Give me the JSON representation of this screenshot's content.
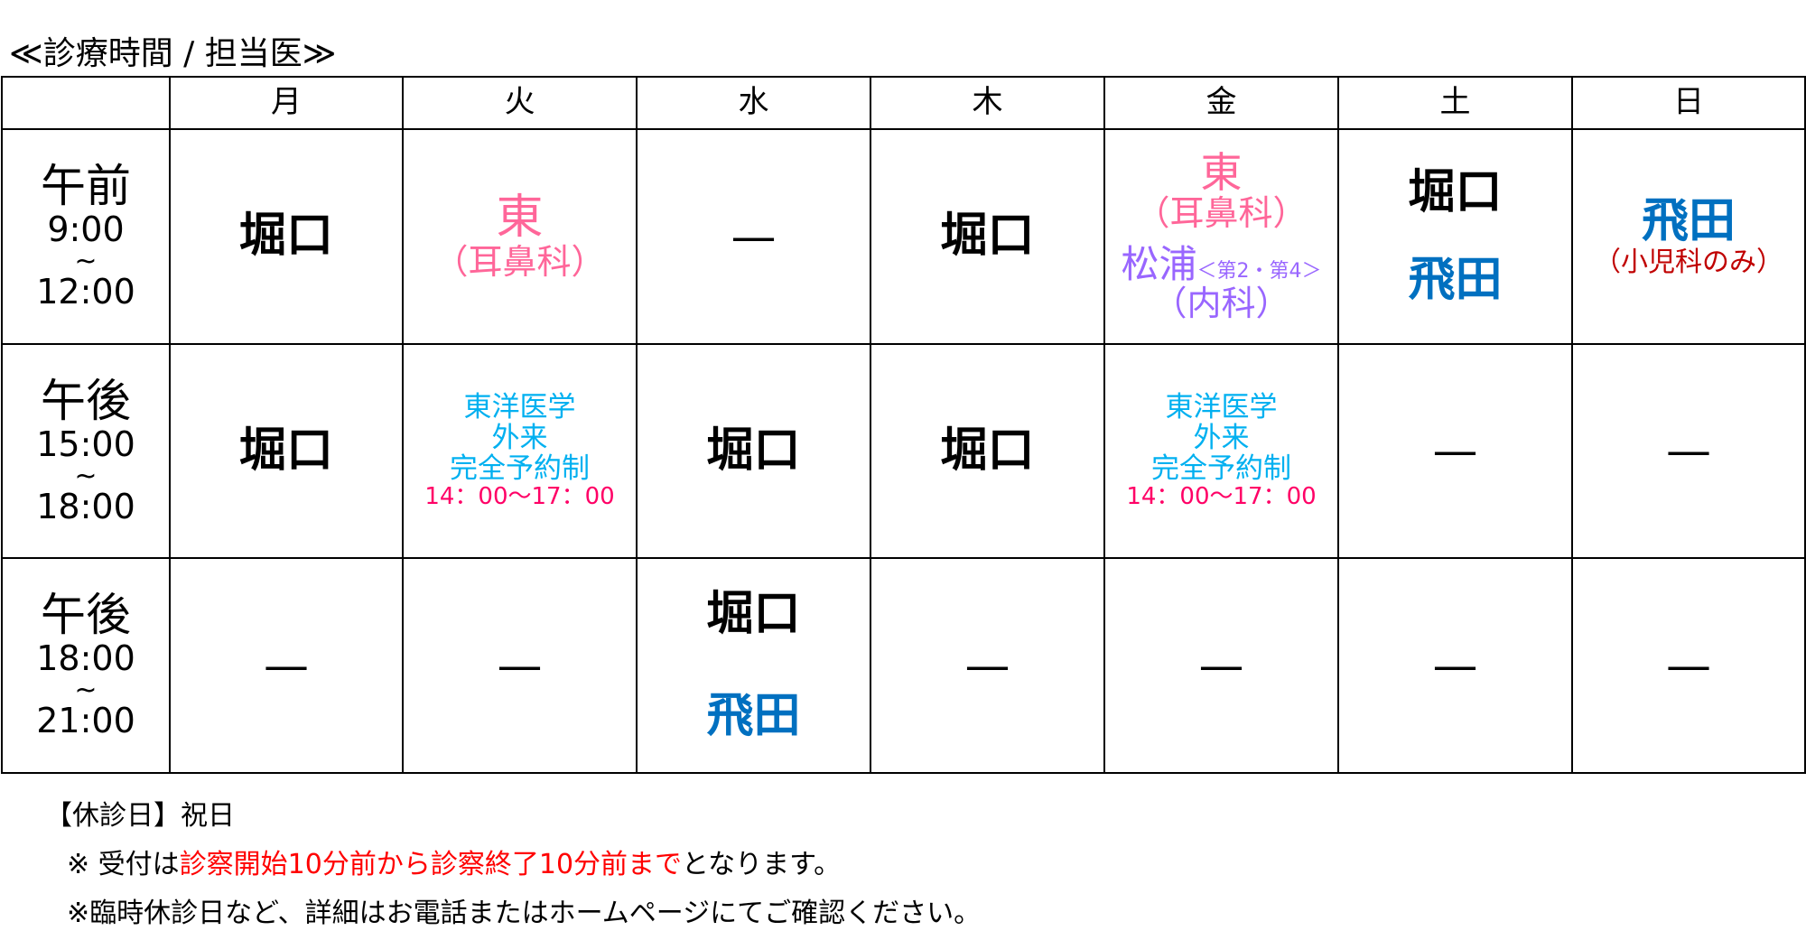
{
  "title": "≪診療時間 / 担当医≫",
  "days": [
    "月",
    "火",
    "水",
    "木",
    "金",
    "土",
    "日"
  ],
  "rows": [
    {
      "period": "午前",
      "start": "9:00",
      "wave": "~",
      "end": "12:00"
    },
    {
      "period": "午後",
      "start": "15:00",
      "wave": "~",
      "end": "18:00"
    },
    {
      "period": "午後",
      "start": "18:00",
      "wave": "~",
      "end": "21:00"
    }
  ],
  "doctors": {
    "horiguchi": "堀口",
    "hida": "飛田",
    "higashi": "東",
    "matsuura": "松浦",
    "dash": "—"
  },
  "labels": {
    "ent": "（耳鼻科）",
    "internal": "（内科）",
    "matsuura_note": "＜第2・第4＞",
    "pediatric": "（小児科のみ）",
    "toyo1": "東洋医学",
    "toyo2": "外来",
    "toyo3": "完全予約制",
    "toyo_time": "14：00～17：00"
  },
  "notes": {
    "holiday": "【休診日】祝日",
    "reception_pre": "※ 受付は",
    "reception_red": "診察開始10分前から診察終了10分前まで",
    "reception_post": "となります。",
    "detail": "※臨時休診日など、詳細はお電話またはホームページにてご確認ください。"
  },
  "colors": {
    "ent": "#ff6699",
    "internal": "#9966ff",
    "hida": "#0070c0",
    "toyo": "#00b0f0",
    "toyo_time": "#ff0066",
    "pediatric": "#c00000",
    "note_red": "#ff0000"
  }
}
